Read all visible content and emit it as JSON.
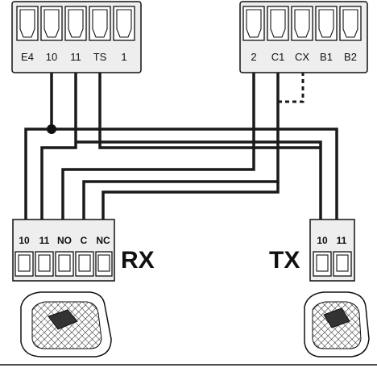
{
  "control_board": {
    "left_terminals": [
      "E4",
      "10",
      "11",
      "TS",
      "1"
    ],
    "right_terminals": [
      "2",
      "C1",
      "CX",
      "B1",
      "B2"
    ]
  },
  "rx": {
    "name": "RX",
    "terminals": [
      "10",
      "11",
      "NO",
      "C",
      "NC"
    ],
    "polarity": [
      "+",
      "–",
      "",
      "",
      ""
    ]
  },
  "tx": {
    "name": "TX",
    "terminals": [
      "10",
      "11"
    ],
    "polarity": [
      "+",
      "–"
    ]
  },
  "icons": [
    "terminal-block-icon",
    "photocell-receiver-icon",
    "photocell-transmitter-icon"
  ]
}
